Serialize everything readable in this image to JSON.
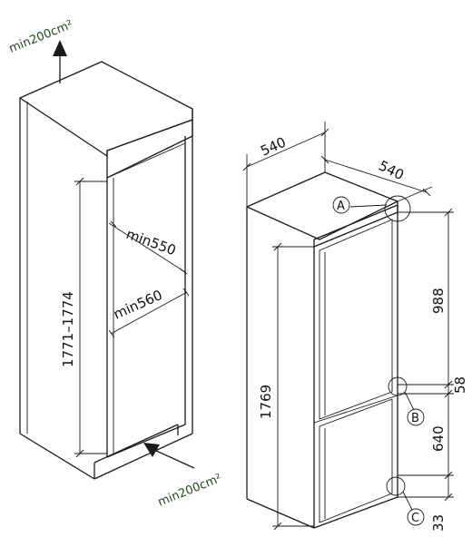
{
  "left_cabinet": {
    "top_clearance": "min200cm²",
    "bottom_vent": "min200cm²",
    "height_range": "1771–1774",
    "width_min": "min550",
    "depth_min": "min560"
  },
  "right_fridge": {
    "width": "540",
    "depth": "540",
    "height": "1769",
    "top_hinge_offset": "988",
    "middle_gap": "58",
    "lower_door": "640",
    "bottom_offset": "33",
    "detail_a": "A",
    "detail_b": "B",
    "detail_c": "C"
  }
}
